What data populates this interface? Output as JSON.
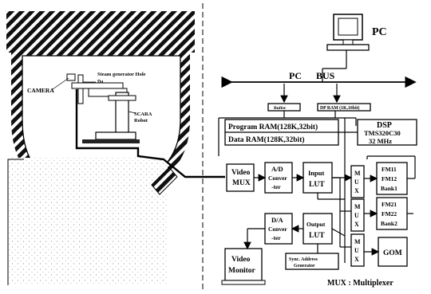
{
  "left": {
    "camera_label": "CAMERA",
    "steam_label": "Steam generator Hole",
    "scara_label_1": "SCARA",
    "scara_label_2": "Robot",
    "da_label": "Da"
  },
  "pc": {
    "label": "PC",
    "bus_label_1": "PC",
    "bus_label_2": "BUS"
  },
  "blocks": {
    "buffer": "Buffer",
    "dp_ram": "DP RAM (1K,16bit)",
    "program_ram": "Program RAM(128K,32bit)",
    "data_ram": "Data RAM(128K,32bit)",
    "dsp_1": "DSP",
    "dsp_2": "TMS320C30",
    "dsp_3": "32 MHz",
    "video_mux_1": "Video",
    "video_mux_2": "MUX",
    "ad_1": "A/D",
    "ad_2": "Conver",
    "ad_3": "-ter",
    "input_lut_1": "Input",
    "input_lut_2": "LUT",
    "da_1": "D/A",
    "da_2": "Conver",
    "da_3": "-ter",
    "output_lut_1": "Output",
    "output_lut_2": "LUT",
    "sync_1": "Sync. Address",
    "sync_2": "Generator",
    "mux_a": [
      "M",
      "U",
      "X"
    ],
    "mux_b": [
      "M",
      "U",
      "X"
    ],
    "mux_c": [
      "M",
      "U",
      "X"
    ],
    "fm1_1": "FM11",
    "fm1_2": "FM12",
    "fm1_3": "Bank1",
    "fm2_1": "FM21",
    "fm2_2": "FM22",
    "fm2_3": "Bank2",
    "gom": "GOM",
    "monitor_1": "Video",
    "monitor_2": "Monitor"
  },
  "legend": "MUX : Multiplexer"
}
